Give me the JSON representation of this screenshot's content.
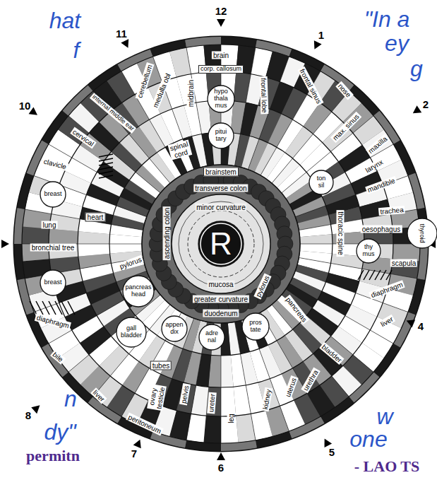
{
  "diagram": {
    "nodes": [
      {
        "text": [
          "hypo thala mus"
        ]
      },
      {
        "text": [
          "pitui tary"
        ]
      },
      {
        "text": [
          "ton sil"
        ]
      },
      {
        "text": [
          "breast"
        ]
      },
      {
        "text": [
          "thyroid"
        ]
      },
      {
        "text": [
          "R"
        ]
      },
      {
        "text": [
          "thy mus"
        ]
      },
      {
        "text": [
          "breast"
        ]
      },
      {
        "text": [
          "pancreas head"
        ]
      },
      {
        "text": [
          "pros tate"
        ]
      },
      {
        "text": [
          "appen dix"
        ]
      },
      {
        "text": [
          "gall bladder"
        ]
      },
      {
        "text": [
          "adre nal"
        ]
      }
    ],
    "labels": [
      "12",
      "hat",
      "\"In a",
      "11",
      "1",
      "ey",
      "f",
      "brain",
      "g",
      "corp. callosum",
      "cerebellum",
      "medulla obl",
      "frontal sinus",
      "nose",
      "midbrain",
      "internal middle ear",
      "frontal lobe",
      "2",
      "10",
      "max. sinus",
      "maxilla",
      "cervical",
      "spinal cord",
      "larynx",
      "clavicle",
      "brainstem",
      "mandible",
      "transverse colon",
      "minor curvature",
      "trachea",
      "heart",
      "lung",
      "oesophagus",
      "thoracic spine",
      "ascending colon",
      "bronchial tree",
      "scapula",
      "pylorus",
      "mucosa",
      "pylorus",
      "diaphragm",
      "greater curvature",
      "pancreas",
      "duodenum",
      "diaphragm",
      "liver",
      "4",
      "bladder",
      "bile",
      "tubes",
      "urethra",
      "uterus",
      "liver",
      "ovary testicle",
      "pelvis",
      "n",
      "kidney",
      "ureter",
      "8",
      "w",
      "leg",
      "peritoneum",
      "dy\"",
      "one",
      "5",
      "7",
      "permitn",
      "- LAO TS",
      "6"
    ]
  }
}
